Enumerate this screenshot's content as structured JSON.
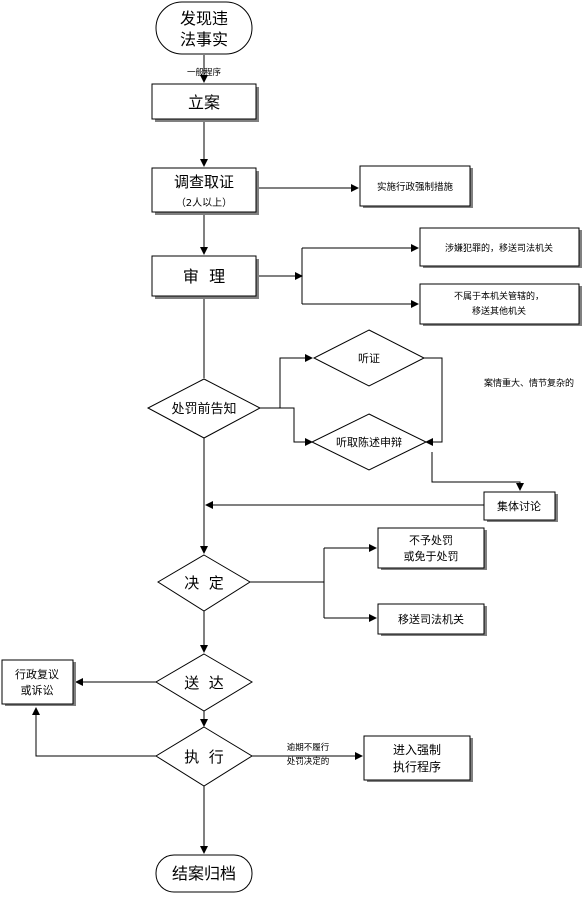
{
  "nodes": {
    "start_l1": "发现违",
    "start_l2": "法事实",
    "general_procedure": "一般程序",
    "lian": "立案",
    "investigate_l1": "调查取证",
    "investigate_l2": "（2人以上）",
    "enforcement": "实施行政强制措施",
    "review": "审  理",
    "crime_transfer": "涉嫌犯罪的，移送司法机关",
    "not_jurisdiction_l1": "不属于本机关管辖的，",
    "not_jurisdiction_l2": "移送其他机关",
    "notice": "处罚前告知",
    "hearing": "听证",
    "statement": "听取陈述申辩",
    "complex_case": "案情重大、情节复杂的",
    "collective": "集体讨论",
    "decide": "决  定",
    "no_penalty_l1": "不予处罚",
    "no_penalty_l2": "或免于处罚",
    "judicial_transfer": "移送司法机关",
    "deliver": "送  达",
    "review_litigation_l1": "行政复议",
    "review_litigation_l2": "或诉讼",
    "execute": "执  行",
    "overdue_l1": "逾期不履行",
    "overdue_l2": "处罚决定的",
    "forced_l1": "进入强制",
    "forced_l2": "执行程序",
    "end": "结案归档"
  }
}
